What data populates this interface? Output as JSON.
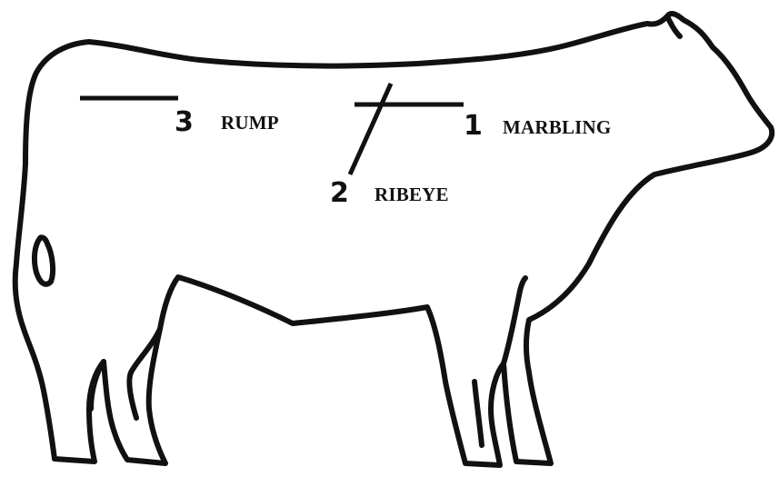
{
  "markers": [
    {
      "number": "1",
      "label": "MARBLING"
    },
    {
      "number": "2",
      "label": "RIBEYE"
    },
    {
      "number": "3",
      "label": "RUMP"
    }
  ],
  "colors": {
    "outline": "#111111",
    "background": "#ffffff"
  }
}
